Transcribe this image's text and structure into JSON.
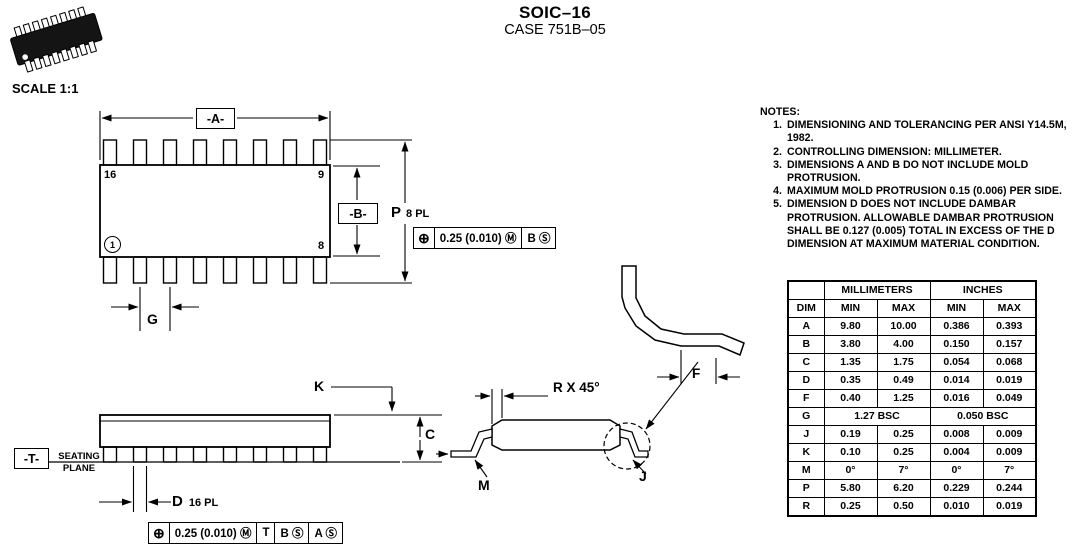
{
  "header": {
    "title": "SOIC–16",
    "subtitle": "CASE 751B–05"
  },
  "scale_label": "SCALE 1:1",
  "top_view": {
    "datum_a": "-A-",
    "datum_b": "-B-",
    "p_label": "P",
    "p_count": "8 PL",
    "g_label": "G",
    "pin_top_left": "16",
    "pin_top_right": "9",
    "pin_bottom_left": "1",
    "pin_bottom_right": "8",
    "fcf": [
      "⊕",
      "0.25 (0.010) Ⓜ",
      "B Ⓢ"
    ]
  },
  "side_view": {
    "k_label": "K",
    "c_label": "C",
    "datum_t": "-T-",
    "seating_plane": "SEATING PLANE",
    "d_label": "D",
    "d_count": "16 PL",
    "fcf": [
      "⊕",
      "0.25 (0.010) Ⓜ",
      "T",
      "B Ⓢ",
      "A Ⓢ"
    ]
  },
  "end_view": {
    "r_label": "R X 45°",
    "m_label": "M",
    "j_label": "J",
    "f_label": "F"
  },
  "notes": {
    "heading": "NOTES:",
    "items": [
      {
        "num": "1.",
        "text": "DIMENSIONING AND TOLERANCING PER ANSI Y14.5M, 1982."
      },
      {
        "num": "2.",
        "text": "CONTROLLING DIMENSION: MILLIMETER."
      },
      {
        "num": "3.",
        "text": "DIMENSIONS A AND B DO NOT INCLUDE MOLD PROTRUSION."
      },
      {
        "num": "4.",
        "text": "MAXIMUM MOLD PROTRUSION 0.15 (0.006) PER SIDE."
      },
      {
        "num": "5.",
        "text": "DIMENSION D DOES NOT INCLUDE DAMBAR PROTRUSION.  ALLOWABLE DAMBAR PROTRUSION SHALL BE 0.127 (0.005) TOTAL IN EXCESS OF THE D DIMENSION AT MAXIMUM MATERIAL CONDITION."
      }
    ]
  },
  "table": {
    "group_headers": {
      "millimeters": "MILLIMETERS",
      "inches": "INCHES"
    },
    "col_headers": {
      "dim": "DIM",
      "mm_min": "MIN",
      "mm_max": "MAX",
      "in_min": "MIN",
      "in_max": "MAX"
    },
    "rows": [
      {
        "dim": "A",
        "mm_min": "9.80",
        "mm_max": "10.00",
        "in_min": "0.386",
        "in_max": "0.393"
      },
      {
        "dim": "B",
        "mm_min": "3.80",
        "mm_max": "4.00",
        "in_min": "0.150",
        "in_max": "0.157"
      },
      {
        "dim": "C",
        "mm_min": "1.35",
        "mm_max": "1.75",
        "in_min": "0.054",
        "in_max": "0.068"
      },
      {
        "dim": "D",
        "mm_min": "0.35",
        "mm_max": "0.49",
        "in_min": "0.014",
        "in_max": "0.019"
      },
      {
        "dim": "F",
        "mm_min": "0.40",
        "mm_max": "1.25",
        "in_min": "0.016",
        "in_max": "0.049"
      },
      {
        "dim": "G",
        "mm_bsc": "1.27 BSC",
        "in_bsc": "0.050 BSC"
      },
      {
        "dim": "J",
        "mm_min": "0.19",
        "mm_max": "0.25",
        "in_min": "0.008",
        "in_max": "0.009"
      },
      {
        "dim": "K",
        "mm_min": "0.10",
        "mm_max": "0.25",
        "in_min": "0.004",
        "in_max": "0.009"
      },
      {
        "dim": "M",
        "mm_min": "0°",
        "mm_max": "7°",
        "in_min": "0°",
        "in_max": "7°"
      },
      {
        "dim": "P",
        "mm_min": "5.80",
        "mm_max": "6.20",
        "in_min": "0.229",
        "in_max": "0.244"
      },
      {
        "dim": "R",
        "mm_min": "0.25",
        "mm_max": "0.50",
        "in_min": "0.010",
        "in_max": "0.019"
      }
    ]
  }
}
